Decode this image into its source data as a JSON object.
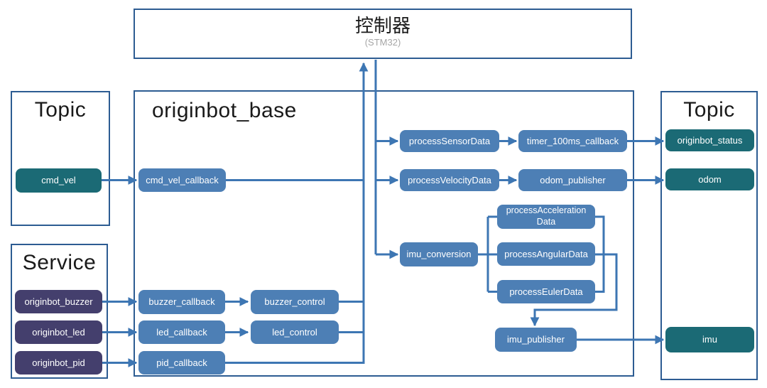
{
  "controller": {
    "title": "控制器",
    "subtitle": "(STM32)"
  },
  "topic_left": {
    "title": "Topic",
    "nodes": {
      "cmd_vel": {
        "label": "cmd_vel"
      }
    }
  },
  "service": {
    "title": "Service",
    "nodes": {
      "originbot_buzzer": {
        "label": "originbot_buzzer"
      },
      "originbot_led": {
        "label": "originbot_led"
      },
      "originbot_pid": {
        "label": "originbot_pid"
      }
    }
  },
  "base": {
    "title": "originbot_base",
    "nodes": {
      "cmd_vel_callback": {
        "label": "cmd_vel_callback"
      },
      "processSensorData": {
        "label": "processSensorData"
      },
      "timer_100ms_callback": {
        "label": "timer_100ms_callback"
      },
      "processVelocityData": {
        "label": "processVelocityData"
      },
      "odom_publisher": {
        "label": "odom_publisher"
      },
      "imu_conversion": {
        "label": "imu_conversion"
      },
      "processAccelerationData": {
        "lines": [
          "processAcceleration",
          "Data"
        ]
      },
      "processAngularData": {
        "label": "processAngularData"
      },
      "processEulerData": {
        "label": "processEulerData"
      },
      "imu_publisher": {
        "label": "imu_publisher"
      },
      "buzzer_callback": {
        "label": "buzzer_callback"
      },
      "buzzer_control": {
        "label": "buzzer_control"
      },
      "led_callback": {
        "label": "led_callback"
      },
      "led_control": {
        "label": "led_control"
      },
      "pid_callback": {
        "label": "pid_callback"
      }
    }
  },
  "topic_right": {
    "title": "Topic",
    "nodes": {
      "originbot_status": {
        "label": "originbot_status"
      },
      "odom": {
        "label": "odom"
      },
      "imu": {
        "label": "imu"
      }
    }
  },
  "edges": [
    {
      "from": "cmd_vel",
      "to": "cmd_vel_callback"
    },
    {
      "from": "cmd_vel_callback",
      "to": "controller"
    },
    {
      "from": "controller",
      "to": "processSensorData"
    },
    {
      "from": "controller",
      "to": "processVelocityData"
    },
    {
      "from": "controller",
      "to": "imu_conversion"
    },
    {
      "from": "processSensorData",
      "to": "timer_100ms_callback"
    },
    {
      "from": "timer_100ms_callback",
      "to": "originbot_status"
    },
    {
      "from": "processVelocityData",
      "to": "odom_publisher"
    },
    {
      "from": "odom_publisher",
      "to": "odom"
    },
    {
      "from": "imu_conversion",
      "to": "processAccelerationData"
    },
    {
      "from": "imu_conversion",
      "to": "processAngularData"
    },
    {
      "from": "imu_conversion",
      "to": "processEulerData"
    },
    {
      "from": "processAccelerationData",
      "to": "imu_publisher"
    },
    {
      "from": "processAngularData",
      "to": "imu_publisher"
    },
    {
      "from": "processEulerData",
      "to": "imu_publisher"
    },
    {
      "from": "imu_publisher",
      "to": "imu"
    },
    {
      "from": "originbot_buzzer",
      "to": "buzzer_callback"
    },
    {
      "from": "buzzer_callback",
      "to": "buzzer_control"
    },
    {
      "from": "buzzer_control",
      "to": "controller"
    },
    {
      "from": "originbot_led",
      "to": "led_callback"
    },
    {
      "from": "led_callback",
      "to": "led_control"
    },
    {
      "from": "originbot_pid",
      "to": "pid_callback"
    },
    {
      "from": "pid_callback",
      "to": "controller"
    }
  ],
  "colors": {
    "node_blue": "#4d7fb5",
    "node_teal": "#1b6a75",
    "node_purple": "#443f6d",
    "box_border": "#2d5c92",
    "wire": "#3d76b3",
    "subtitle_gray": "#a6a6a6",
    "title_text": "#1a1a1a",
    "node_text": "#ffffff"
  }
}
